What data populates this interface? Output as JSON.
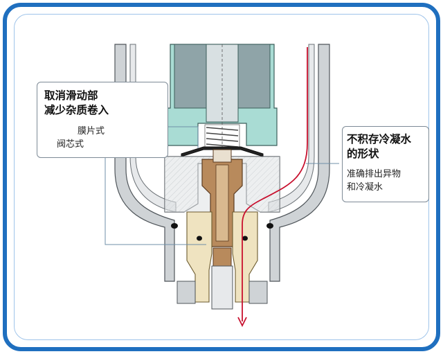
{
  "callouts": {
    "sliding_parts": {
      "title_lines": [
        "取消滑动部",
        "减少杂质卷入"
      ],
      "labels": {
        "diaphragm_type": "膜片式",
        "valve_core_type": "阀芯式"
      }
    },
    "condensate": {
      "title_lines": [
        "不积存冷凝水",
        "的形状"
      ],
      "description_lines": [
        "准确排出异物",
        "和冷凝水"
      ]
    }
  },
  "colors": {
    "frame_border": "#1f6fbf",
    "drain_path": "#c8102e",
    "upper_housing": "#a9dcd4",
    "valve_bronze": "#b88a5c",
    "lower_insert": "#efe3c0",
    "bowl_gray": "#cfd3d6",
    "callout_border": "#7d8a96"
  }
}
